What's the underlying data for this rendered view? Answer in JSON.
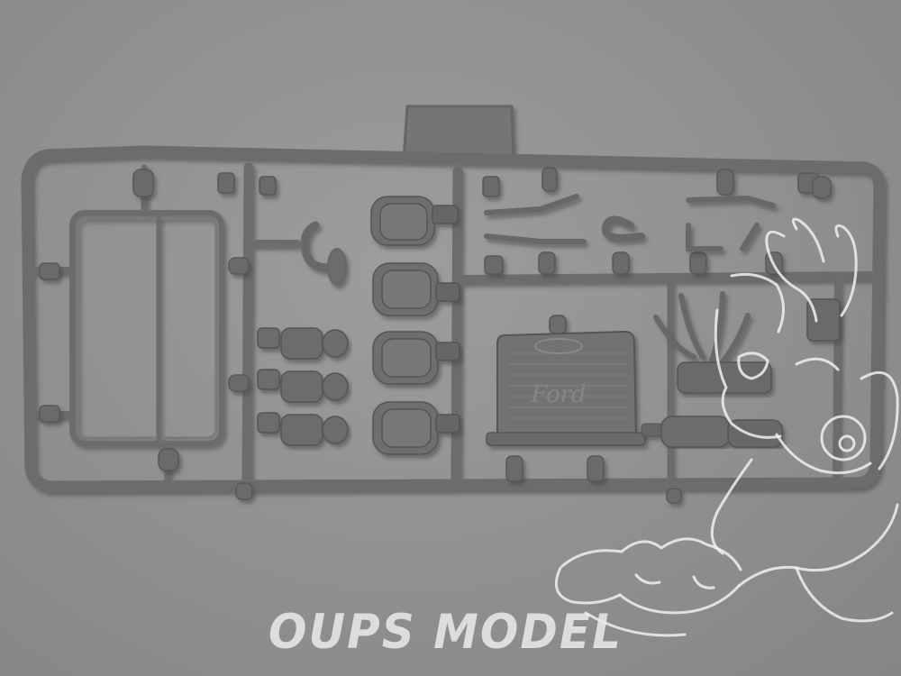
{
  "photo": {
    "subject": "plastic-model-sprue",
    "colors": {
      "background": "#929292",
      "plastic": "#6f6f6f",
      "plastic_shadow": "#4e4e4e",
      "plastic_highlight": "#8a8a8a",
      "watermark": "#ebebeb"
    },
    "radiator_emblem_text": "Ford",
    "sprue_tab_text": ""
  },
  "watermark": {
    "text": "OUPS MODEL",
    "mascot": "rabbit-mascot-logo"
  }
}
